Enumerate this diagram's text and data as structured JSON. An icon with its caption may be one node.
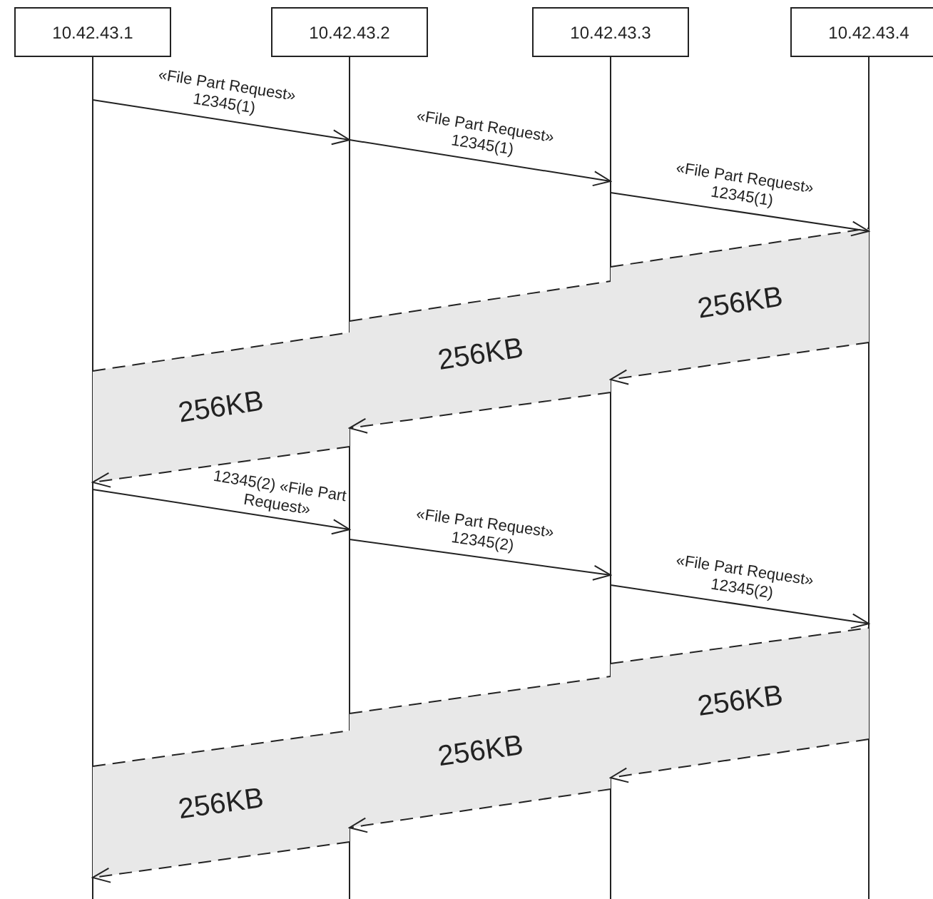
{
  "diagram": {
    "nodes": [
      {
        "text": [
          "10.42.43.1"
        ]
      },
      {
        "text": [
          "10.42.43.2"
        ]
      },
      {
        "text": [
          "10.42.43.3"
        ]
      },
      {
        "text": [
          "10.42.43.4"
        ]
      },
      {
        "text": [
          "256KB"
        ]
      },
      {
        "text": [
          "256KB"
        ]
      },
      {
        "text": [
          "256KB"
        ]
      },
      {
        "text": [
          "256KB"
        ]
      },
      {
        "text": [
          "256KB"
        ]
      },
      {
        "text": [
          "256KB"
        ]
      }
    ],
    "edges": [
      {
        "from": 0,
        "to": 1,
        "arrow": "to",
        "label": "«File Part Request» 12345(1)"
      },
      {
        "from": 1,
        "to": 2,
        "arrow": "to",
        "label": "«File Part Request» 12345(1)"
      },
      {
        "from": 2,
        "to": 3,
        "arrow": "to",
        "label": "«File Part Request» 12345(1)"
      },
      {
        "from": 2,
        "to": 3,
        "arrow": "none",
        "style": "dashed"
      },
      {
        "from": 3,
        "to": 2,
        "arrow": "to",
        "style": "dashed"
      },
      {
        "from": 1,
        "to": 2,
        "arrow": "none",
        "style": "dashed"
      },
      {
        "from": 2,
        "to": 1,
        "arrow": "to",
        "style": "dashed"
      },
      {
        "from": 0,
        "to": 1,
        "arrow": "none",
        "style": "dashed"
      },
      {
        "from": 1,
        "to": 0,
        "arrow": "to",
        "style": "dashed"
      },
      {
        "from": 0,
        "to": 1,
        "arrow": "to",
        "label": "12345(2) «File Part Request»"
      },
      {
        "from": 1,
        "to": 2,
        "arrow": "to",
        "label": "«File Part Request» 12345(2)"
      },
      {
        "from": 2,
        "to": 3,
        "arrow": "to",
        "label": "«File Part Request» 12345(2)"
      },
      {
        "from": 2,
        "to": 3,
        "arrow": "none",
        "style": "dashed"
      },
      {
        "from": 3,
        "to": 2,
        "arrow": "to",
        "style": "dashed"
      },
      {
        "from": 1,
        "to": 2,
        "arrow": "none",
        "style": "dashed"
      },
      {
        "from": 2,
        "to": 1,
        "arrow": "to",
        "style": "dashed"
      },
      {
        "from": 0,
        "to": 1,
        "arrow": "none",
        "style": "dashed"
      },
      {
        "from": 1,
        "to": 0,
        "arrow": "to",
        "style": "dashed"
      }
    ]
  }
}
